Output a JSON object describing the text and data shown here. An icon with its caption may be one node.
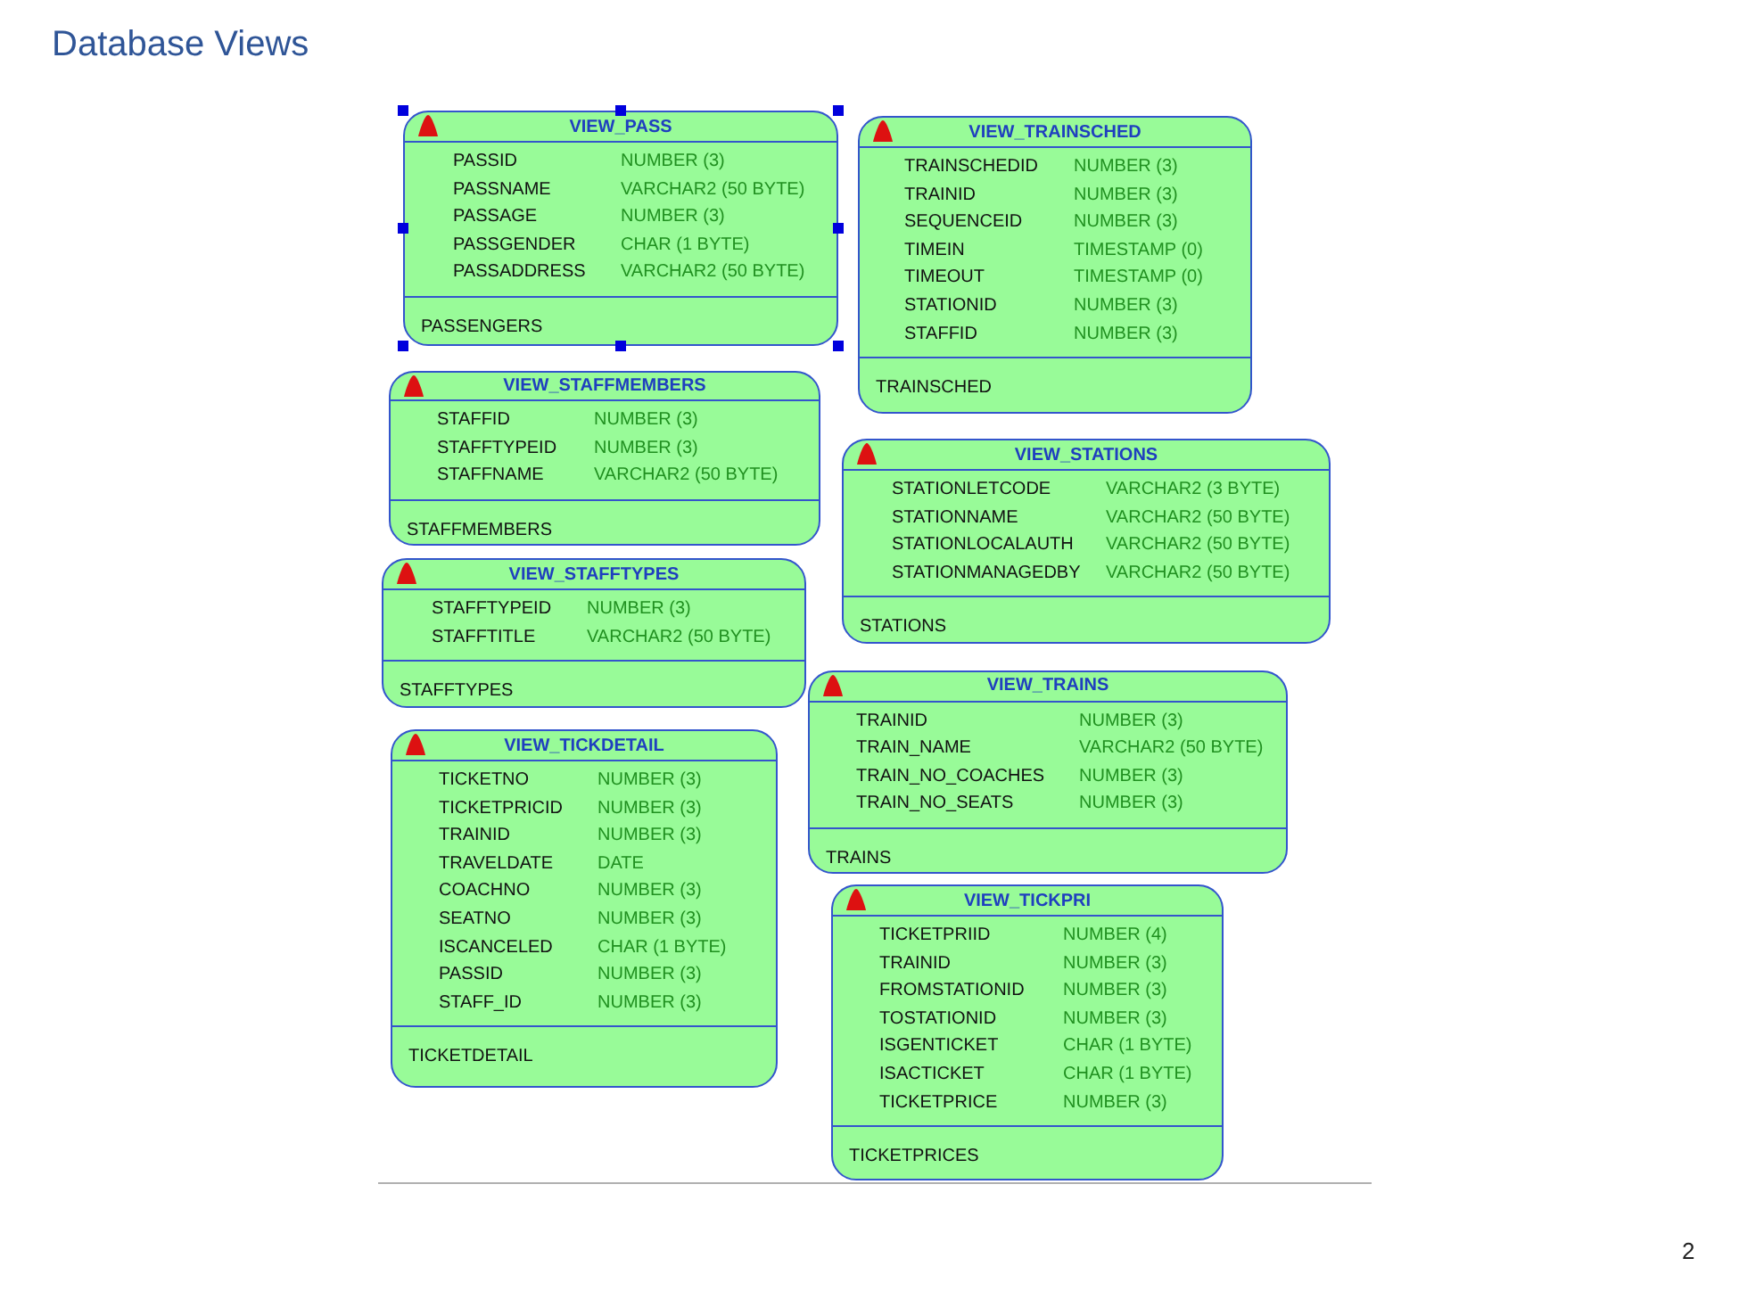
{
  "diagram": {
    "title": "Database Views",
    "nodes": [
      {
        "text": [
          "VIEW_PASS",
          "PASSID",
          "NUMBER (3)",
          "PASSNAME",
          "VARCHAR2 (50 BYTE)",
          "PASSAGE",
          "NUMBER (3)",
          "PASSGENDER",
          "CHAR (1 BYTE)",
          "PASSADDRESS",
          "VARCHAR2 (50 BYTE)",
          "PASSENGERS"
        ]
      },
      {
        "text": [
          "VIEW_TRAINSCHED",
          "TRAINSCHEDID",
          "NUMBER (3)",
          "TRAINID",
          "NUMBER (3)",
          "SEQUENCEID",
          "NUMBER (3)",
          "TIMEIN",
          "TIMESTAMP (0)",
          "TIMEOUT",
          "TIMESTAMP (0)",
          "STATIONID",
          "NUMBER (3)",
          "STAFFID",
          "NUMBER (3)",
          "TRAINSCHED"
        ]
      },
      {
        "text": [
          "VIEW_STAFFMEMBERS",
          "STAFFID",
          "NUMBER (3)",
          "STAFFTYPEID",
          "NUMBER (3)",
          "STAFFNAME",
          "VARCHAR2 (50 BYTE)",
          "STAFFMEMBERS"
        ]
      },
      {
        "text": [
          "VIEW_STAFFTYPES",
          "STAFFTYPEID",
          "NUMBER (3)",
          "STAFFTITLE",
          "VARCHAR2 (50 BYTE)",
          "STAFFTYPES"
        ]
      },
      {
        "text": [
          "VIEW_STATIONS",
          "STATIONLETCODE",
          "VARCHAR2 (3 BYTE)",
          "STATIONNAME",
          "VARCHAR2 (50 BYTE)",
          "STATIONLOCALAUTH",
          "VARCHAR2 (50 BYTE)",
          "STATIONMANAGEDBY",
          "VARCHAR2 (50 BYTE)",
          "STATIONS"
        ]
      },
      {
        "text": [
          "VIEW_TRAINS",
          "TRAINID",
          "NUMBER (3)",
          "TRAIN_NAME",
          "VARCHAR2 (50 BYTE)",
          "TRAIN_NO_COACHES",
          "NUMBER (3)",
          "TRAIN_NO_SEATS",
          "NUMBER (3)",
          "TRAINS"
        ]
      },
      {
        "text": [
          "VIEW_TICKDETAIL",
          "TICKETNO",
          "NUMBER (3)",
          "TICKETPRICID",
          "NUMBER (3)",
          "TRAINID",
          "NUMBER (3)",
          "TRAVELDATE",
          "DATE",
          "COACHNO",
          "NUMBER (3)",
          "SEATNO",
          "NUMBER (3)",
          "ISCANCELED",
          "CHAR (1 BYTE)",
          "PASSID",
          "NUMBER (3)",
          "STAFF_ID",
          "NUMBER (3)",
          "TICKETDETAIL"
        ]
      },
      {
        "text": [
          "VIEW_TICKPRI",
          "TICKETPRIID",
          "NUMBER (4)",
          "TRAINID",
          "NUMBER (3)",
          "FROMSTATIONID",
          "NUMBER (3)",
          "TOSTATIONID",
          "NUMBER (3)",
          "ISGENTICKET",
          "CHAR (1 BYTE)",
          "ISACTICKET",
          "CHAR (1 BYTE)",
          "TICKETPRICE",
          "NUMBER (3)",
          "TICKETPRICES"
        ]
      }
    ],
    "labels": [
      "2"
    ]
  }
}
